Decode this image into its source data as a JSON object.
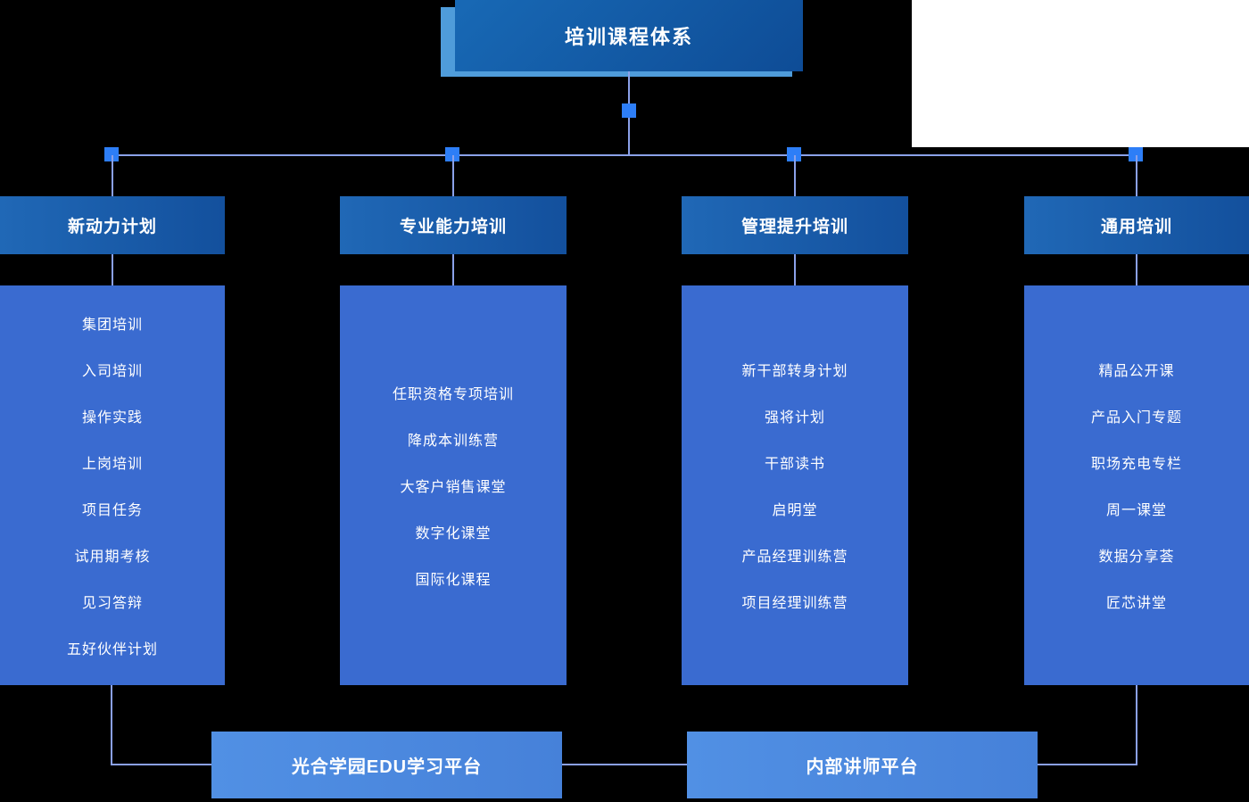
{
  "title": "培训课程体系",
  "columns": [
    {
      "header": "新动力计划",
      "items": [
        "集团培训",
        "入司培训",
        "操作实践",
        "上岗培训",
        "项目任务",
        "试用期考核",
        "见习答辩",
        "五好伙伴计划"
      ]
    },
    {
      "header": "专业能力培训",
      "items": [
        "任职资格专项培训",
        "降成本训练营",
        "大客户销售课堂",
        "数字化课堂",
        "国际化课程"
      ]
    },
    {
      "header": "管理提升培训",
      "items": [
        "新干部转身计划",
        "强将计划",
        "干部读书",
        "启明堂",
        "产品经理训练营",
        "项目经理训练营"
      ]
    },
    {
      "header": "通用培训",
      "items": [
        "精品公开课",
        "产品入门专题",
        "职场充电专栏",
        "周一课堂",
        "数据分享荟",
        "匠芯讲堂"
      ]
    }
  ],
  "platforms": [
    {
      "label": "光合学园EDU学习平台"
    },
    {
      "label": "内部讲师平台"
    }
  ],
  "colors": {
    "bg": "#000000",
    "title-bg": "#1462ab",
    "title-shadow": "#4f9cda",
    "header-bg-start": "#2068b6",
    "header-bg-end": "#13509d",
    "body-bg": "#3a6bd0",
    "platform-bg": "#4c89df",
    "line": "#8ba1e9",
    "node": "#2d7ef7"
  }
}
